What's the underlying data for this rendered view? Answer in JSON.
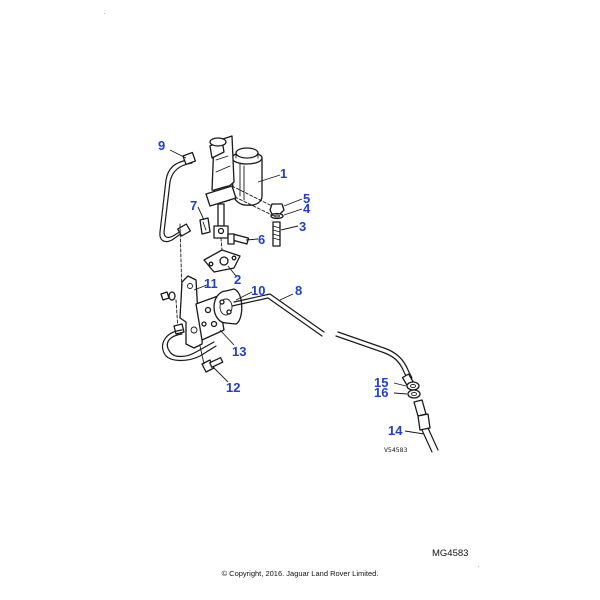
{
  "diagram": {
    "callouts": [
      "1",
      "2",
      "3",
      "4",
      "5",
      "6",
      "7",
      "8",
      "9",
      "10",
      "11",
      "12",
      "13",
      "14",
      "15",
      "16"
    ],
    "ref_code": "V54583",
    "figure_code": "MG4583",
    "copyright": "© Copyright, 2016. Jaguar Land Rover Limited."
  }
}
